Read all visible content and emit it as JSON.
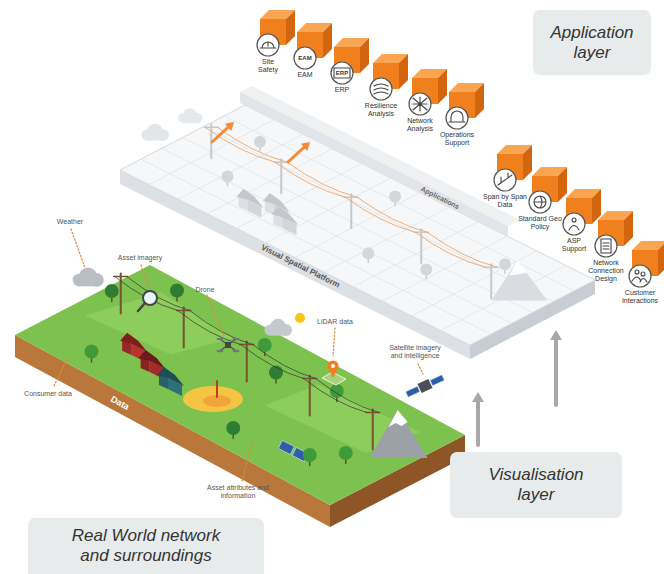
{
  "diagram": {
    "nodes": [
      {
        "text": [
          "Application layer"
        ]
      },
      {
        "text": [
          "Visualisation layer"
        ]
      },
      {
        "text": [
          "Real World network and surroundings"
        ]
      }
    ],
    "labels": [
      "Site Safety",
      "EAM",
      "EAM",
      "ERP",
      "ERP",
      "Resilience Analysis",
      "Network Analysis",
      "Operations Support",
      "Applications",
      "Span by Span Data",
      "Standard Geo Policy",
      "ASP Support",
      "Network Connection Design",
      "Customer Interactions",
      "Visual Spatial Platform",
      "Weather",
      "Asset imagery",
      "Drone",
      "LiDAR data",
      "Satellite imagery and intelligence",
      "Consumer data",
      "Data",
      "Asset attributes and information"
    ]
  }
}
